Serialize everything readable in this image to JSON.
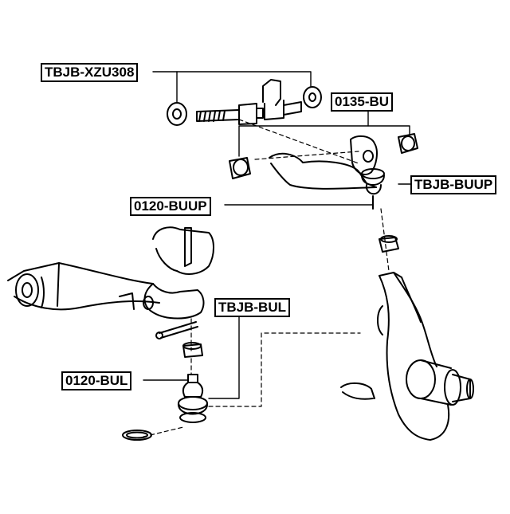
{
  "labels": {
    "tbjb_xzu308": "TBJB-XZU308",
    "p0135_bu": "0135-BU",
    "tbjb_buup": "TBJB-BUUP",
    "p0120_buup": "0120-BUUP",
    "tbjb_bul": "TBJB-BUL",
    "p0120_bul": "0120-BUL"
  },
  "colors": {
    "line": "#000000",
    "background": "#ffffff"
  }
}
